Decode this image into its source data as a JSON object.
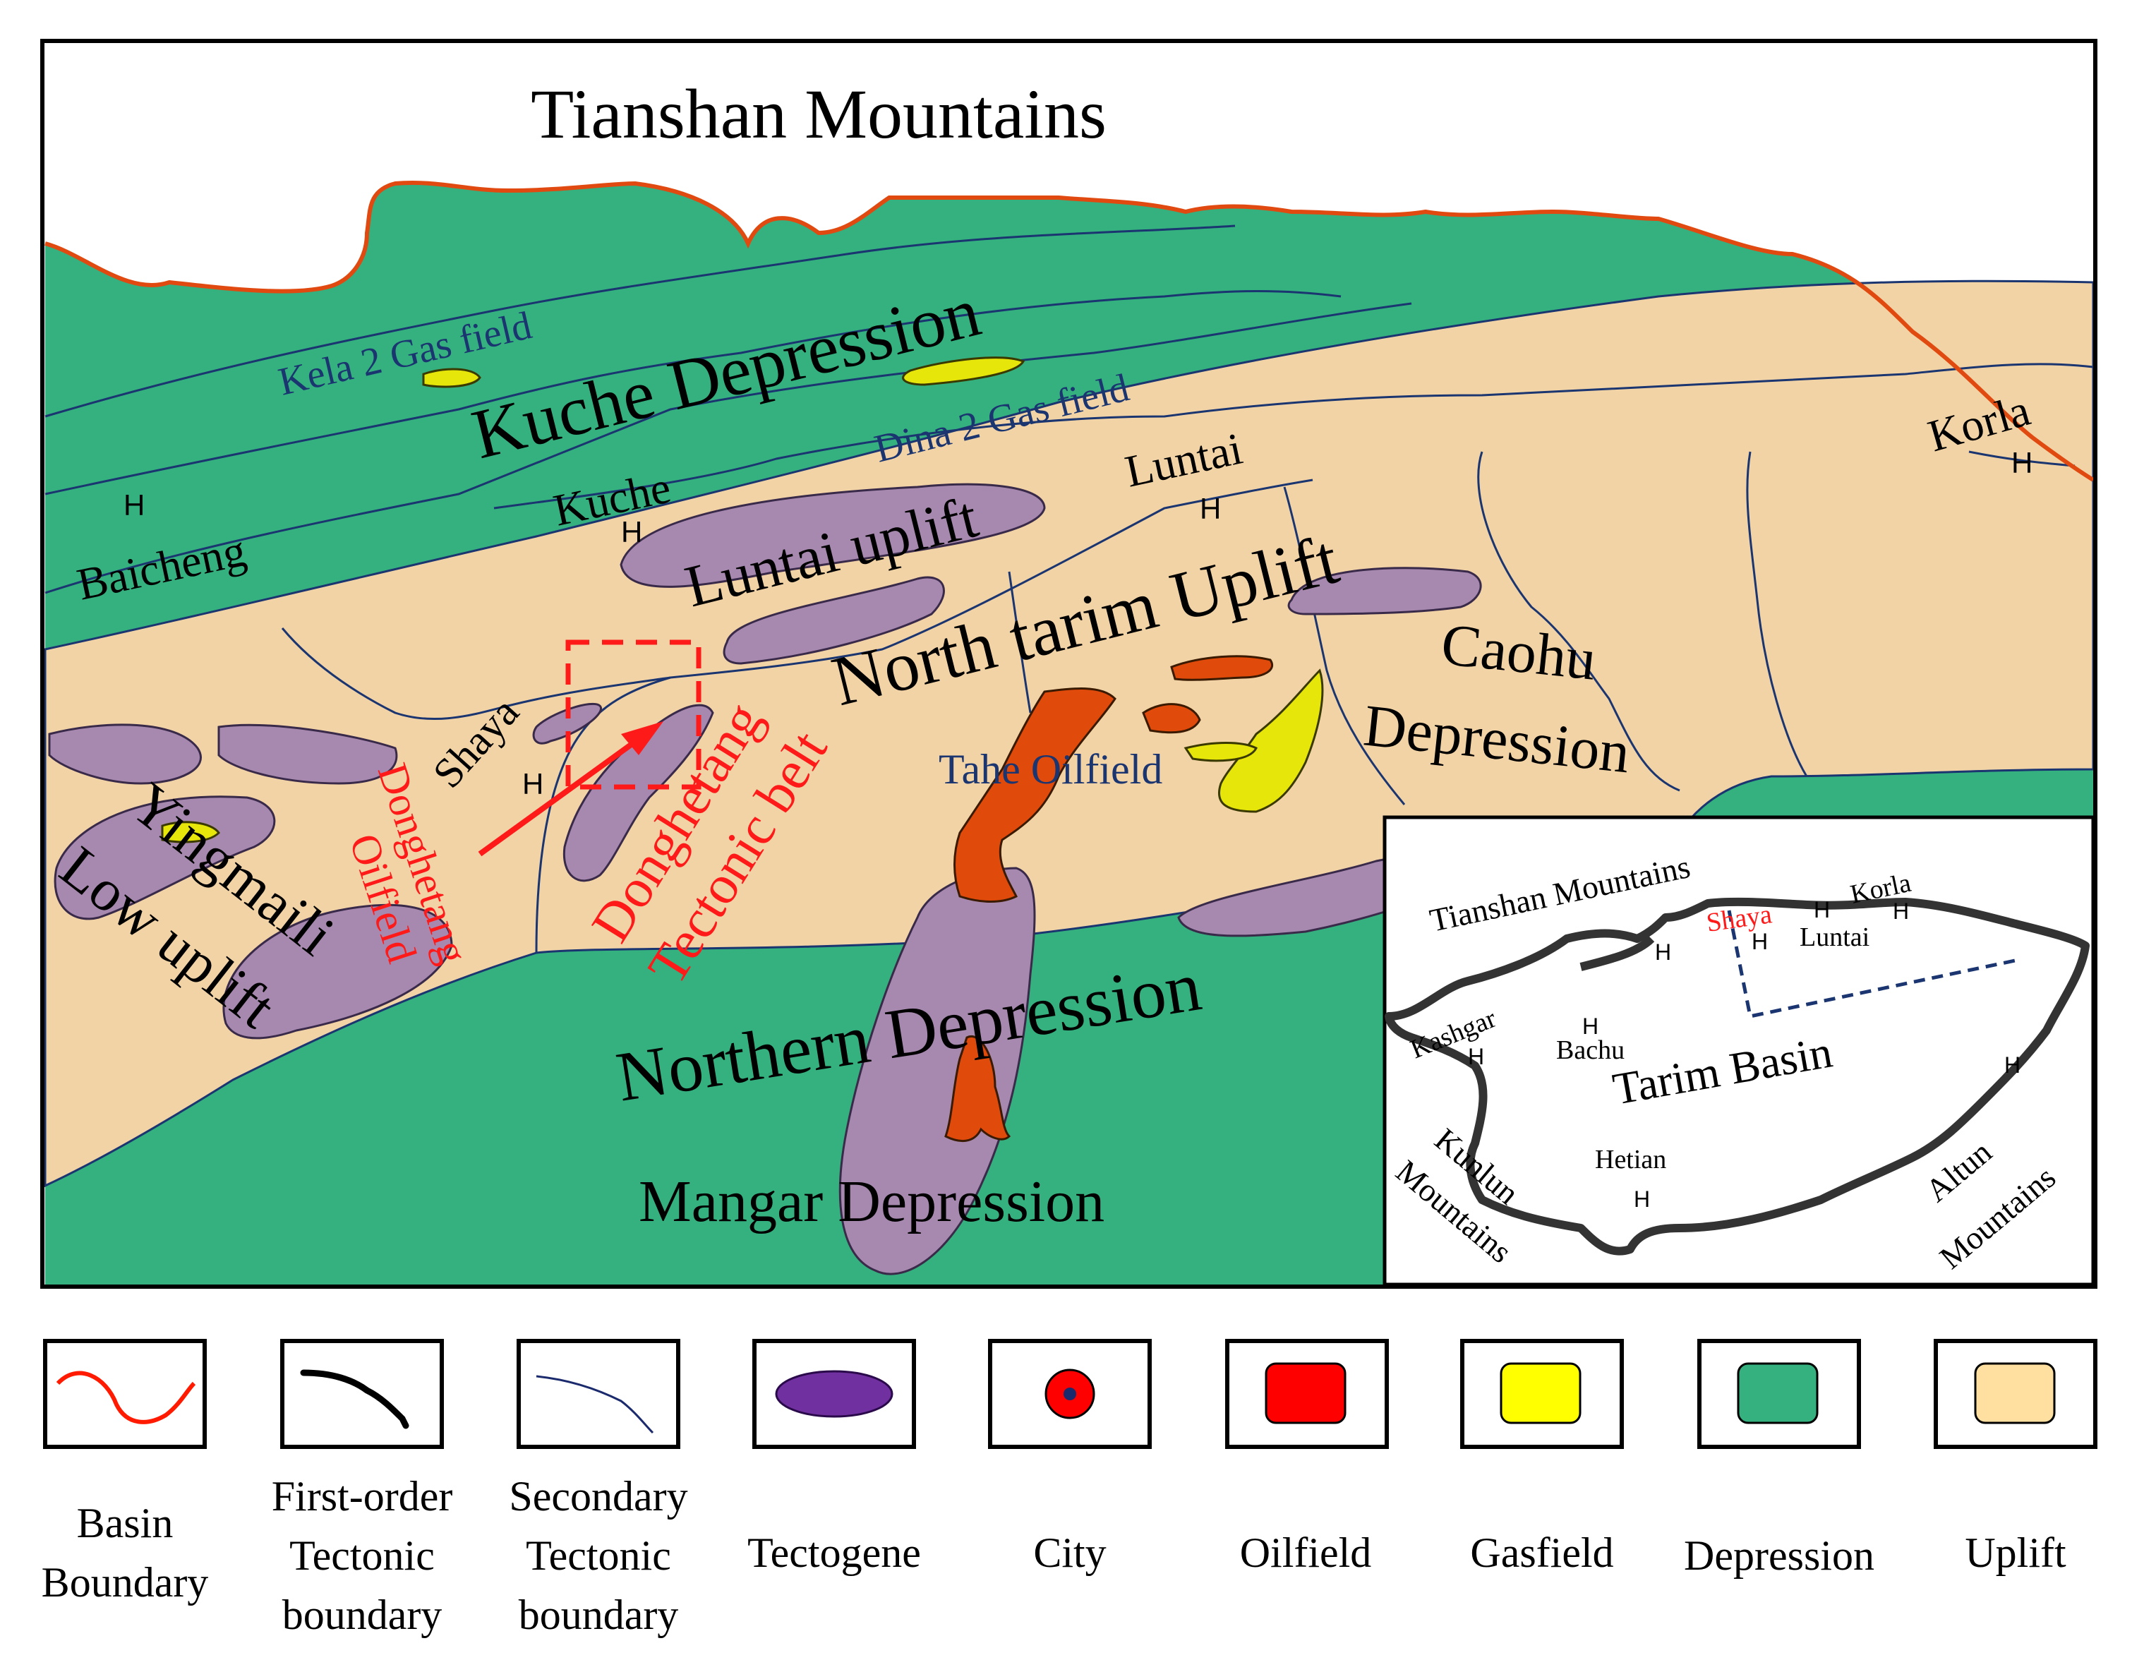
{
  "map": {
    "title": "Tianshan Mountains",
    "units": {
      "kuche_depression": "Kuche Depression",
      "north_tarim_uplift": "North tarim Uplift",
      "luntai_uplift": "Luntai uplift",
      "caohu_depression_1": "Caohu",
      "caohu_depression_2": "Depression",
      "yingmaili_1": "Yingmaili",
      "yingmaili_2": "Low uplift",
      "northern_depression": "Northern Depression",
      "mangar_depression": "Mangar Depression"
    },
    "fields": {
      "kela": "Kela 2 Gas field",
      "dina": "Dina 2 Gas field",
      "tahe": "Tahe Oilfield",
      "donghetang_oilfield_1": "Donghetang",
      "donghetang_oilfield_2": "Oilfield",
      "donghetang_belt_1": "Donghetang",
      "donghetang_belt_2": "Tectonic belt"
    },
    "cities": {
      "baicheng": "Baicheng",
      "kuche": "Kuche",
      "luntai": "Luntai",
      "korla": "Korla",
      "shaya": "Shaya"
    },
    "city_marker": "H"
  },
  "inset": {
    "tianshan": "Tianshan Mountains",
    "shaya": "Shaya",
    "luntai": "Luntai",
    "korla": "Korla",
    "kashgar": "Kashgar",
    "bachu": "Bachu",
    "tarim": "Tarim Basin",
    "hetian": "Hetian",
    "kunlun_1": "Kunlun",
    "kunlun_2": "Mountains",
    "altun_1": "Altun",
    "altun_2": "Mountains"
  },
  "legend": [
    {
      "lines": [
        "Basin",
        "Boundary"
      ],
      "icon": "basin-boundary-icon",
      "color": "#ff1a00"
    },
    {
      "lines": [
        "First-order",
        "Tectonic",
        "boundary"
      ],
      "icon": "first-order-boundary-icon",
      "color": "#000000"
    },
    {
      "lines": [
        "Secondary",
        "Tectonic",
        "boundary"
      ],
      "icon": "secondary-boundary-icon",
      "color": "#1a2a6c"
    },
    {
      "lines": [
        "Tectogene"
      ],
      "icon": "tectogene-icon",
      "color": "#7030a0"
    },
    {
      "lines": [
        "City"
      ],
      "icon": "city-icon",
      "color": "#ff0000"
    },
    {
      "lines": [
        "Oilfield"
      ],
      "icon": "oilfield-icon",
      "color": "#ff0000"
    },
    {
      "lines": [
        "Gasfield"
      ],
      "icon": "gasfield-icon",
      "color": "#ffff00"
    },
    {
      "lines": [
        "Depression"
      ],
      "icon": "depression-icon",
      "color": "#35b07f"
    },
    {
      "lines": [
        "Uplift"
      ],
      "icon": "uplift-icon",
      "color": "#ffe0a0"
    }
  ],
  "colors": {
    "depression": "#35b07f",
    "uplift": "#f2d3a6",
    "tectogene": "#a789b0",
    "oilfield": "#e04a0a",
    "gasfield": "#e6e60a",
    "basin_boundary": "#e04a10",
    "secondary_boundary": "#1a3570",
    "annotation": "#ff1a1a"
  }
}
